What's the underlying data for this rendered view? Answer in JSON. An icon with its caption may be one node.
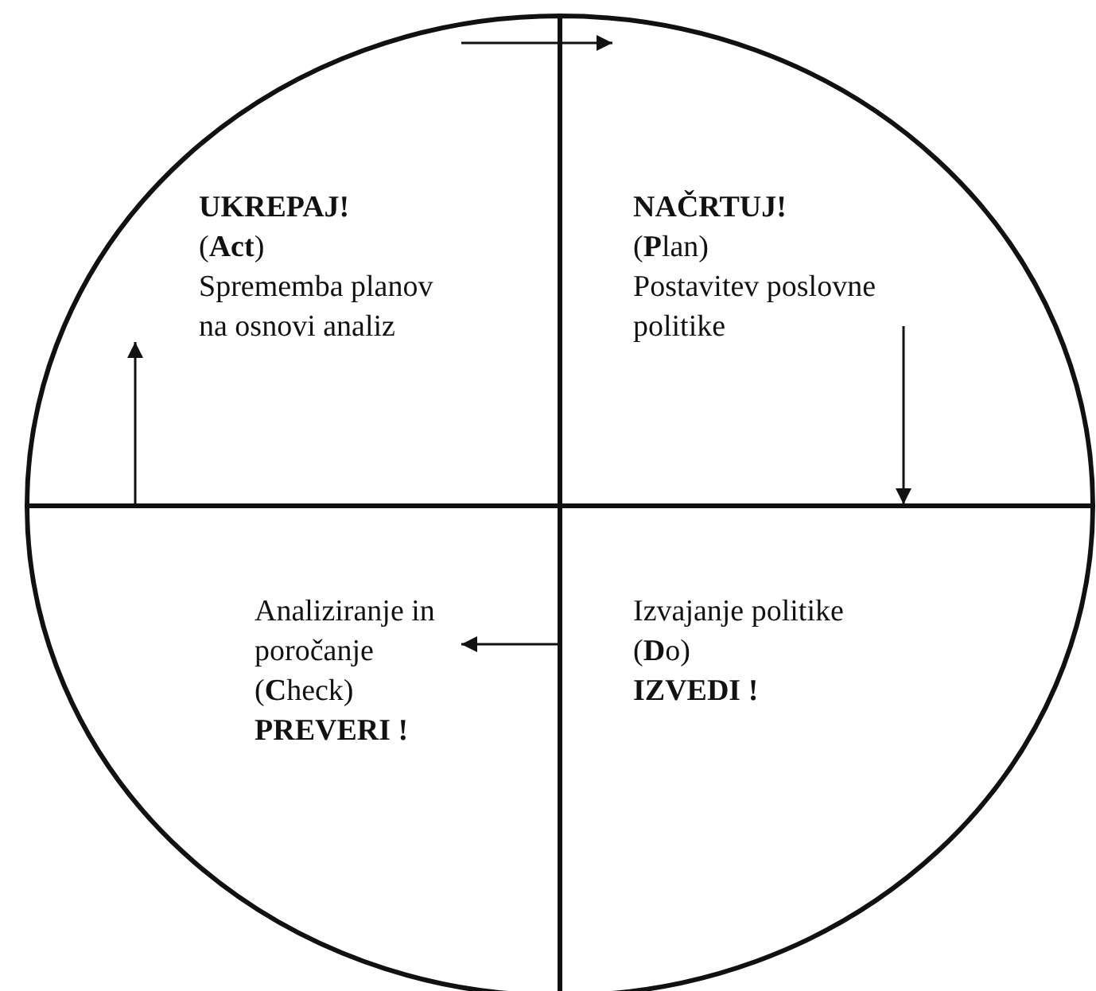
{
  "diagram": {
    "nodes": [
      {
        "text": [
          "UKREPAJ!",
          "(**Act**)",
          "Sprememba planov na osnovi analiz"
        ]
      },
      {
        "text": [
          "NAČRTUJ!",
          "(**P**lan)",
          "Postavitev poslovne politike"
        ]
      },
      {
        "text": [
          "Analiziranje in poročanje",
          "(**C**heck)",
          "PREVERI !"
        ]
      },
      {
        "text": [
          "Izvajanje politike",
          "(**D**o)",
          "IZVEDI !"
        ]
      }
    ],
    "edges": [
      {
        "from": 0,
        "to": 1,
        "arrow": "to"
      },
      {
        "from": 1,
        "to": 3,
        "arrow": "to"
      },
      {
        "from": 3,
        "to": 2,
        "arrow": "to"
      },
      {
        "from": 2,
        "to": 0,
        "arrow": "to"
      }
    ]
  }
}
